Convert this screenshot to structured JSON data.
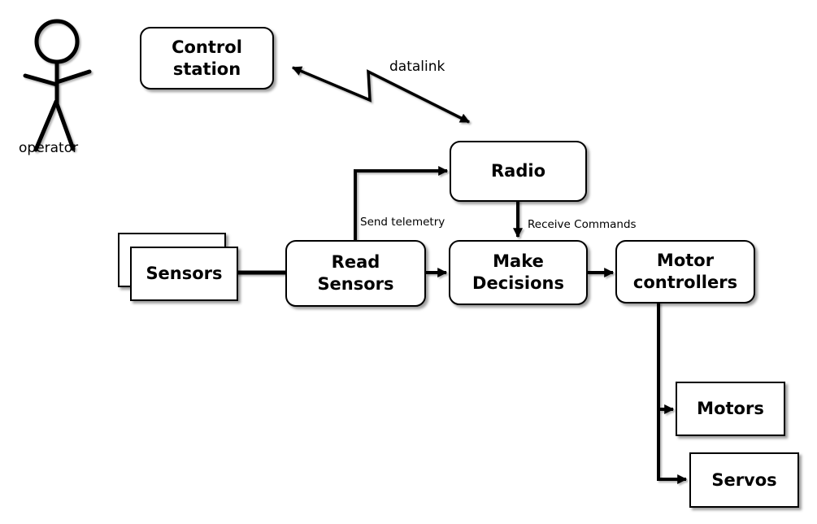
{
  "actors": {
    "operator": {
      "label": "operator"
    }
  },
  "nodes": {
    "control_station": {
      "label": "Control\nstation"
    },
    "radio": {
      "label": "Radio"
    },
    "sensors": {
      "label": "Sensors"
    },
    "read_sensors": {
      "label": "Read\nSensors"
    },
    "make_decisions": {
      "label": "Make\nDecisions"
    },
    "motor_controllers": {
      "label": "Motor\ncontrollers"
    },
    "motors": {
      "label": "Motors"
    },
    "servos": {
      "label": "Servos"
    }
  },
  "edges": {
    "datalink": {
      "label": "datalink",
      "type": "zigzag-double-arrow"
    },
    "send_telemetry": {
      "label": "Send telemetry",
      "type": "arrow"
    },
    "receive_commands": {
      "label": "Receive Commands",
      "type": "arrow"
    },
    "sensors_to_read_sensors": {
      "label": "",
      "type": "line"
    },
    "read_sensors_to_make_decisions": {
      "label": "",
      "type": "arrow"
    },
    "make_decisions_to_motor_controllers": {
      "label": "",
      "type": "arrow"
    },
    "motor_controllers_to_motors": {
      "label": "",
      "type": "arrow"
    },
    "motor_controllers_to_servos": {
      "label": "",
      "type": "arrow"
    }
  },
  "colors": {
    "stroke": "#000000",
    "fill": "#ffffff",
    "shadow": "rgba(0,0,0,0.38)"
  }
}
